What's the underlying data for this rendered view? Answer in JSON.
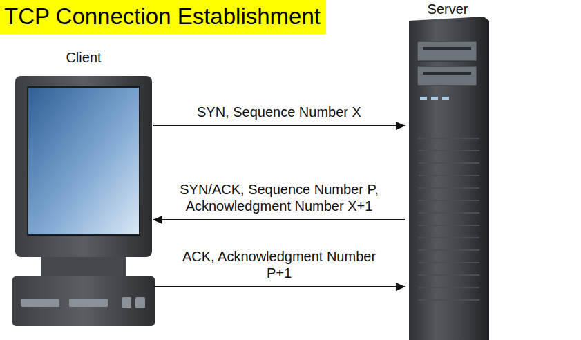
{
  "diagram": {
    "title": "TCP Connection Establishment",
    "nodes": [
      {
        "text": [
          "Client"
        ]
      },
      {
        "text": [
          "Server"
        ]
      }
    ],
    "edges": [
      {
        "from": 0,
        "to": 1,
        "arrow": "to",
        "label": "SYN, Sequence Number X"
      },
      {
        "from": 1,
        "to": 0,
        "arrow": "to",
        "label": "SYN/ACK, Sequence Number P, Acknowledgment Number X+1"
      },
      {
        "from": 0,
        "to": 1,
        "arrow": "to",
        "label": "ACK, Acknowledgment Number P+1"
      }
    ]
  }
}
